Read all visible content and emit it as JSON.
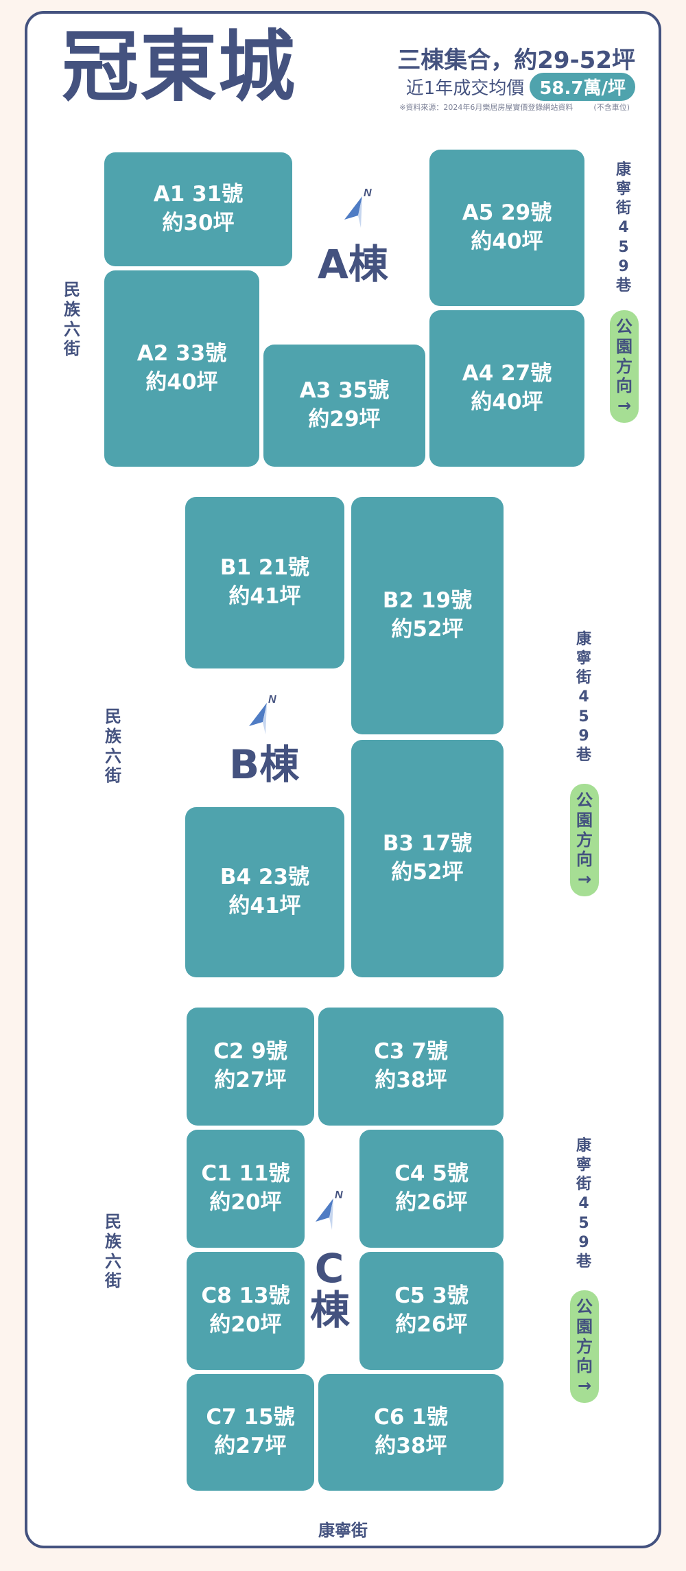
{
  "title": "冠東城",
  "subtitle": "三棟集合，約29-52坪",
  "price": {
    "prefix": "近1年成交均價",
    "value": "58.7萬/坪"
  },
  "note": {
    "source": "※資料來源：2024年6月樂居房屋實價登錄網站資料",
    "parking": "(不含車位)"
  },
  "compass_icon": "north-arrow-icon",
  "colors": {
    "unit": "#4fa3ad",
    "text": "#44527f",
    "park": "#a6de94",
    "background": "#fdf4ee"
  },
  "buildings": {
    "a": {
      "label": "A棟",
      "left_street": "民族六街",
      "right_street": "康寧街459巷",
      "park": "公園方向→",
      "units": [
        {
          "line1": "A1 31號",
          "line2": "約30坪"
        },
        {
          "line1": "A2 33號",
          "line2": "約40坪"
        },
        {
          "line1": "A3 35號",
          "line2": "約29坪"
        },
        {
          "line1": "A4 27號",
          "line2": "約40坪"
        },
        {
          "line1": "A5 29號",
          "line2": "約40坪"
        }
      ]
    },
    "b": {
      "label": "B棟",
      "left_street": "民族六街",
      "right_street": "康寧街459巷",
      "park": "公園方向→",
      "units": [
        {
          "line1": "B1 21號",
          "line2": "約41坪"
        },
        {
          "line1": "B2 19號",
          "line2": "約52坪"
        },
        {
          "line1": "B3 17號",
          "line2": "約52坪"
        },
        {
          "line1": "B4 23號",
          "line2": "約41坪"
        }
      ]
    },
    "c": {
      "label_1": "C",
      "label_2": "棟",
      "left_street": "民族六街",
      "right_street": "康寧街459巷",
      "park": "公園方向→",
      "bottom_street": "康寧街",
      "units": [
        {
          "line1": "C2 9號",
          "line2": "約27坪"
        },
        {
          "line1": "C3 7號",
          "line2": "約38坪"
        },
        {
          "line1": "C1 11號",
          "line2": "約20坪"
        },
        {
          "line1": "C4 5號",
          "line2": "約26坪"
        },
        {
          "line1": "C8 13號",
          "line2": "約20坪"
        },
        {
          "line1": "C5 3號",
          "line2": "約26坪"
        },
        {
          "line1": "C7 15號",
          "line2": "約27坪"
        },
        {
          "line1": "C6 1號",
          "line2": "約38坪"
        }
      ]
    }
  }
}
